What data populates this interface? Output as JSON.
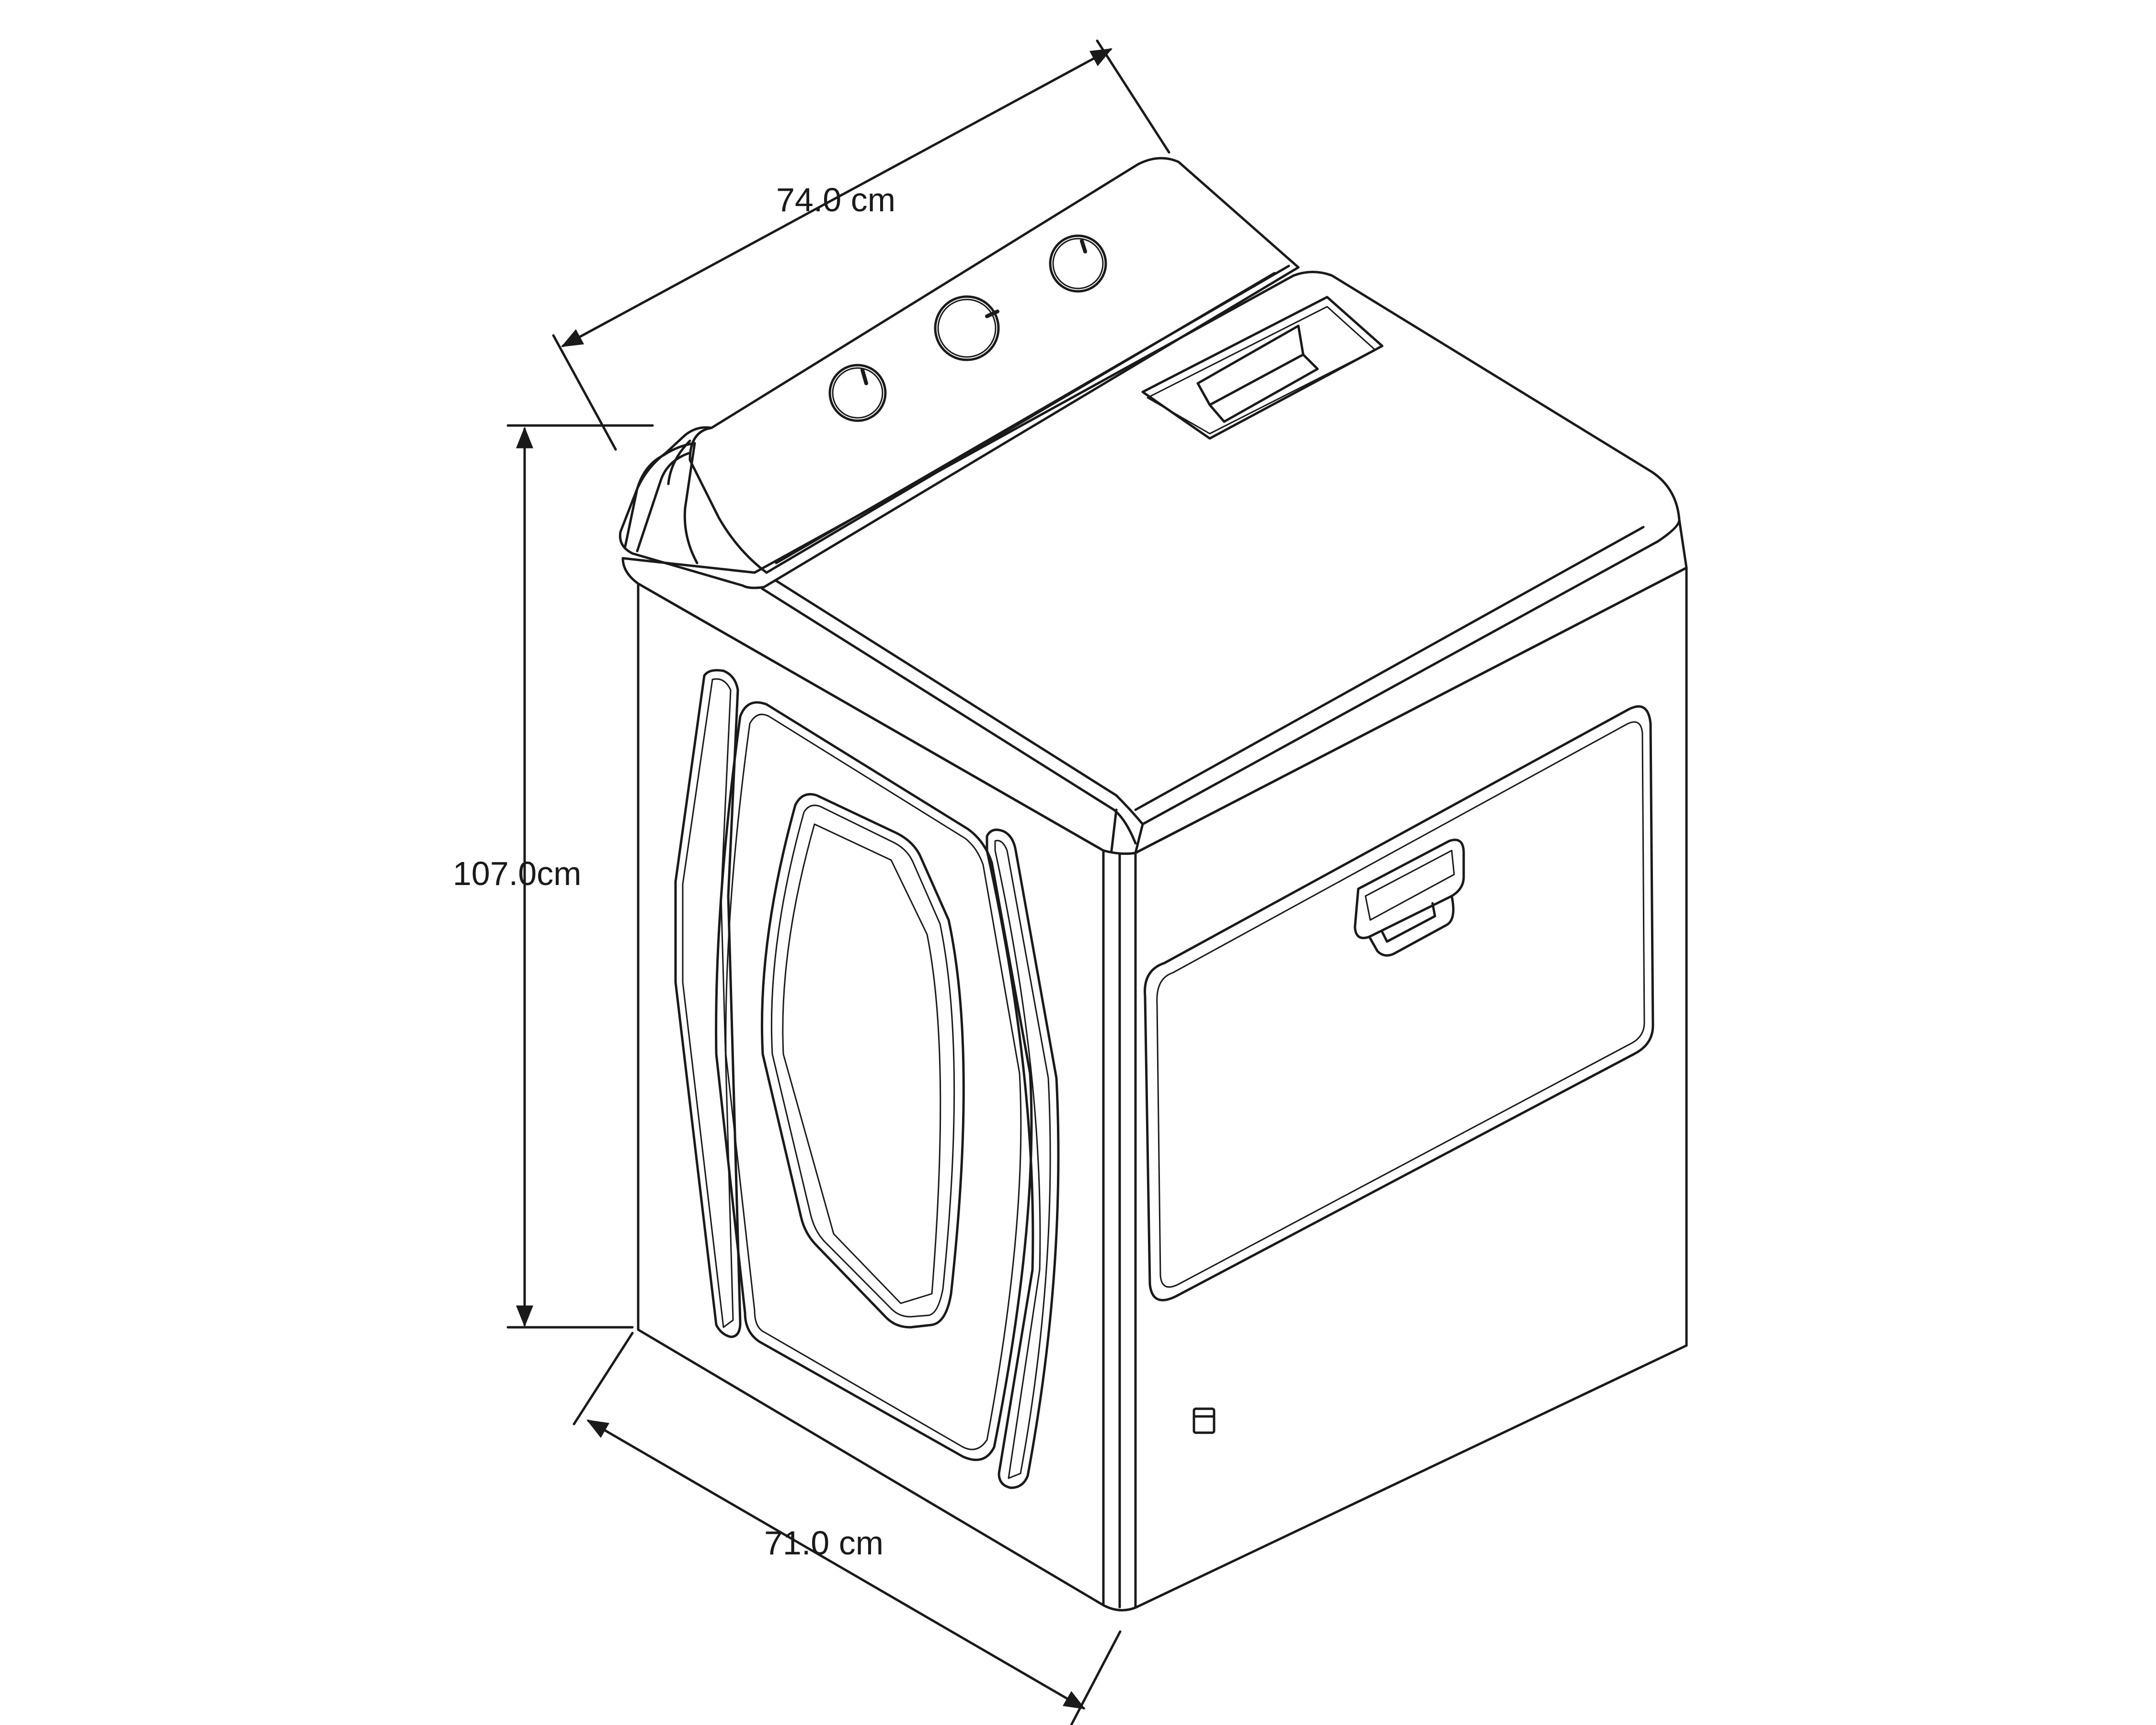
{
  "dimensions": {
    "width": "74.0 cm",
    "height": "107.0cm",
    "depth": "71.0 cm"
  },
  "colors": {
    "line": "#1a1a1a",
    "background": "#ffffff"
  }
}
